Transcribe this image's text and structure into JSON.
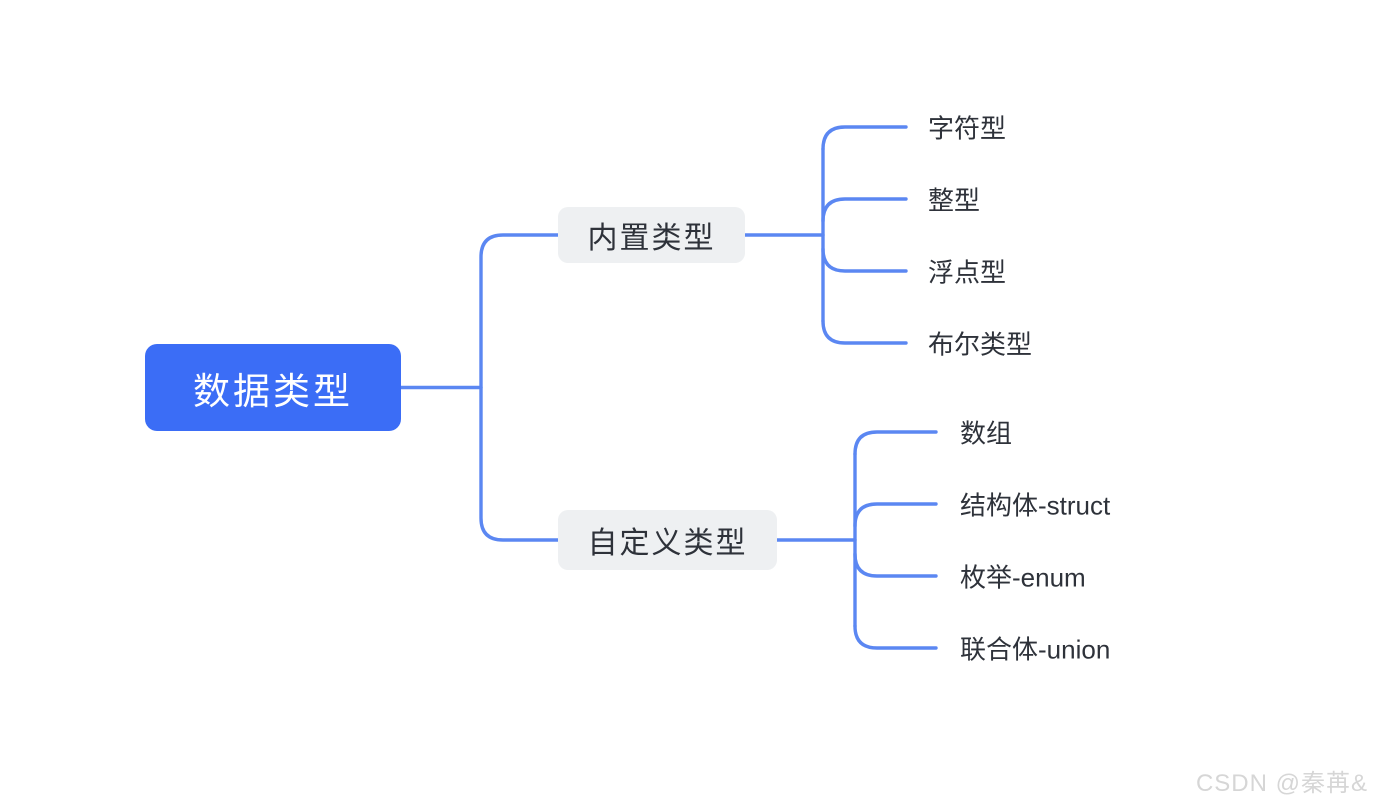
{
  "mindmap": {
    "root": {
      "label": "数据类型"
    },
    "branches": [
      {
        "label": "内置类型",
        "children": [
          {
            "label": "字符型"
          },
          {
            "label": "整型"
          },
          {
            "label": "浮点型"
          },
          {
            "label": "布尔类型"
          }
        ]
      },
      {
        "label": "自定义类型",
        "children": [
          {
            "label": "数组"
          },
          {
            "label": "结构体-struct"
          },
          {
            "label": "枚举-enum"
          },
          {
            "label": "联合体-union"
          }
        ]
      }
    ]
  },
  "watermark": {
    "text": "CSDN @秦苒&"
  },
  "colors": {
    "root_bg": "#3B6DF6",
    "root_text": "#FFFFFF",
    "branch_bg": "#EEF0F2",
    "text_dark": "#2E323A",
    "line": "#5B87F2",
    "watermark": "#D6D6D6",
    "canvas_bg": "#FFFFFF"
  }
}
